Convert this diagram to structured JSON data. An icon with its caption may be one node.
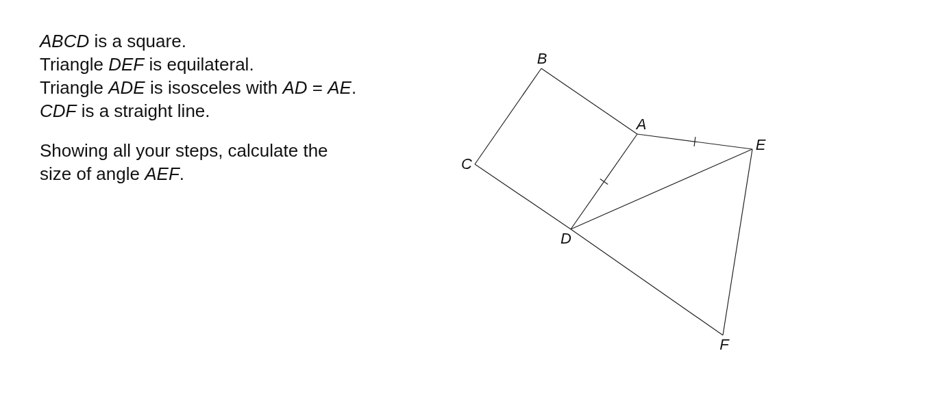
{
  "diagram": {
    "nodes": [
      {
        "text": [
          "B"
        ]
      },
      {
        "text": [
          "A"
        ]
      },
      {
        "text": [
          "E"
        ]
      },
      {
        "text": [
          "C"
        ]
      },
      {
        "text": [
          "D"
        ]
      },
      {
        "text": [
          "F"
        ]
      }
    ],
    "edges": [
      {
        "from": 0,
        "to": 1,
        "arrow": "none"
      },
      {
        "from": 0,
        "to": 3,
        "arrow": "none"
      },
      {
        "from": 3,
        "to": 4,
        "arrow": "none"
      },
      {
        "from": 4,
        "to": 1,
        "arrow": "none"
      },
      {
        "from": 1,
        "to": 2,
        "arrow": "none"
      },
      {
        "from": 4,
        "to": 2,
        "arrow": "none"
      },
      {
        "from": 4,
        "to": 5,
        "arrow": "none"
      },
      {
        "from": 2,
        "to": 5,
        "arrow": "none"
      }
    ],
    "labels": [
      "*ABCD* is a square.",
      "Triangle *DEF* is equilateral.",
      "Triangle *ADE* is isosceles with *AD* = *AE*.",
      "*CDF* is a straight line.",
      "Showing all your steps, calculate the size of angle *AEF*."
    ]
  }
}
